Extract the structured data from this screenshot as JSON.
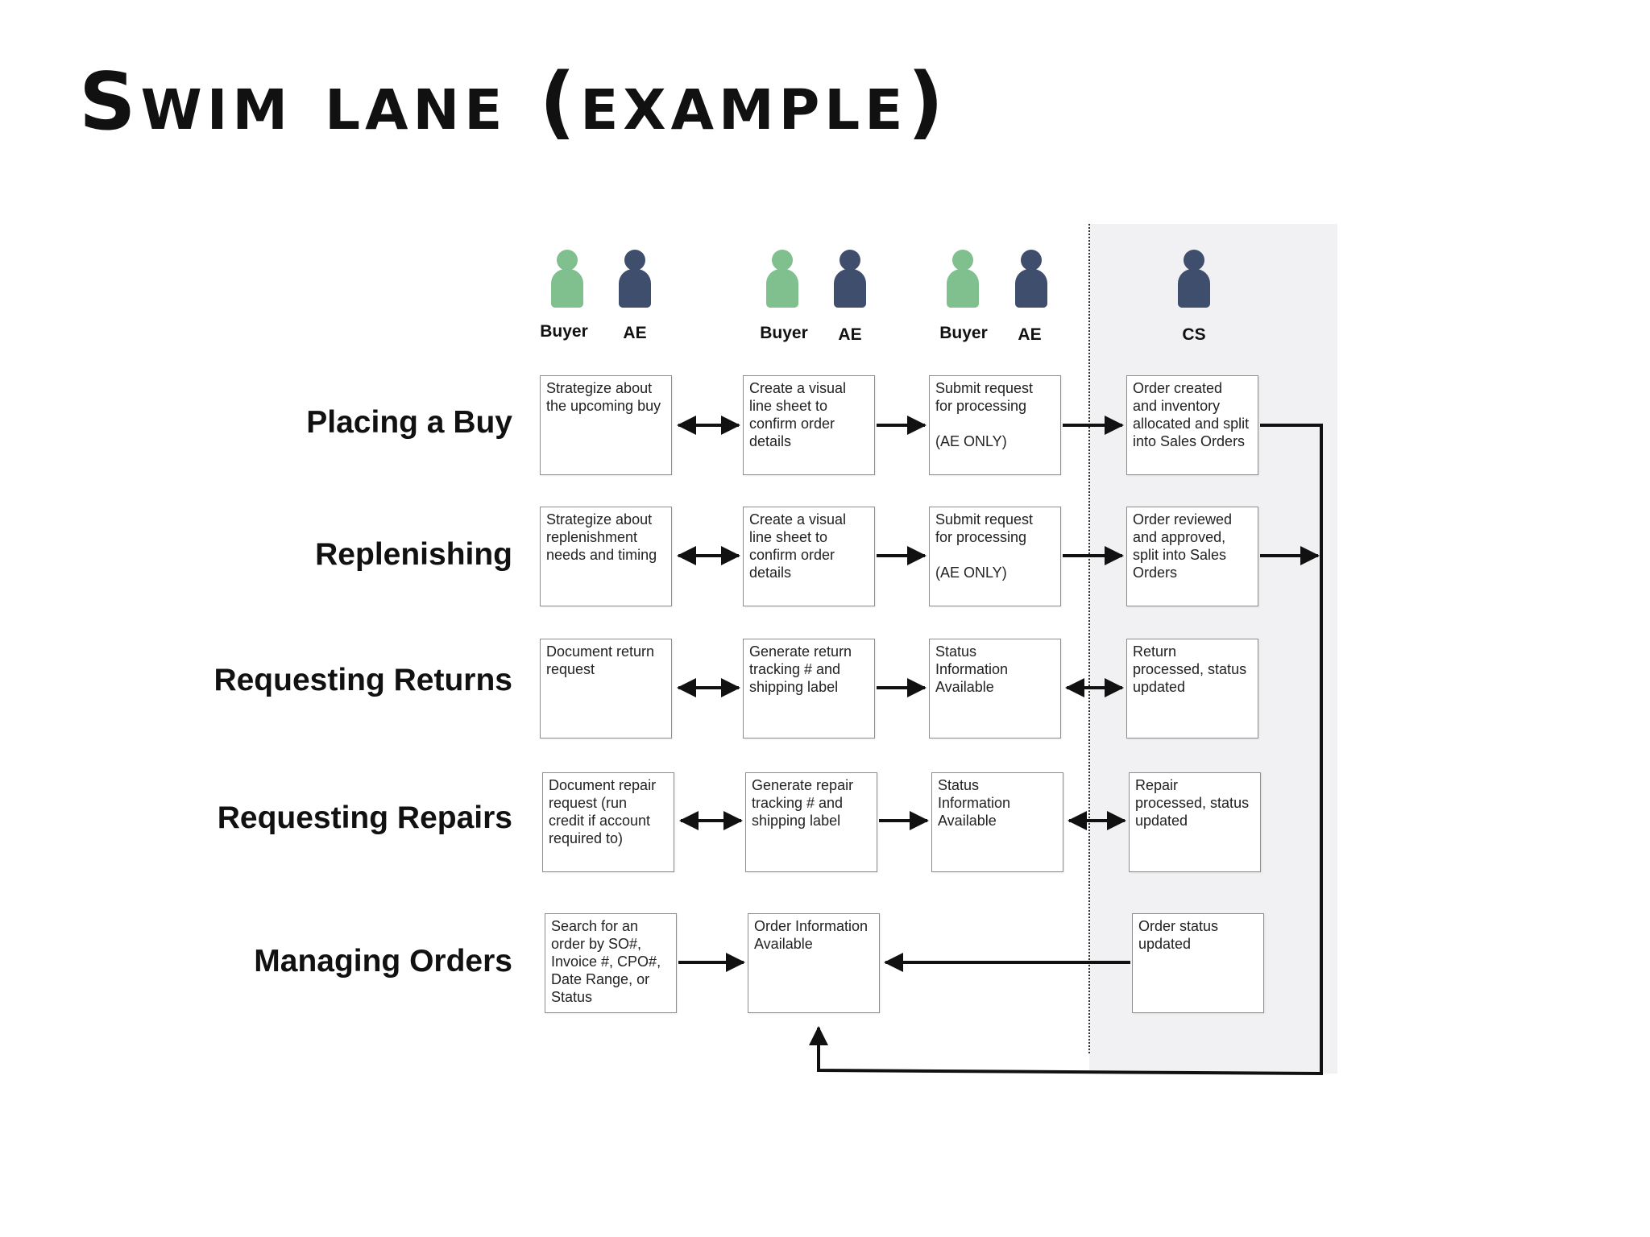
{
  "title": "Swim lane (example)",
  "roles": {
    "col1": {
      "buyer": "Buyer",
      "ae": "AE"
    },
    "col2": {
      "buyer": "Buyer",
      "ae": "AE"
    },
    "col3": {
      "buyer": "Buyer",
      "ae": "AE"
    },
    "col4": {
      "cs": "CS"
    }
  },
  "lanes": [
    {
      "label": "Placing a Buy",
      "steps": [
        "Strategize about\nthe upcoming buy",
        "Create a visual\nline sheet to\nconfirm order\ndetails",
        "Submit request\nfor processing\n\n(AE ONLY)",
        "Order created\nand inventory\nallocated and split\ninto Sales Orders"
      ]
    },
    {
      "label": "Replenishing",
      "steps": [
        "Strategize about\nreplenishment\nneeds and timing",
        "Create a visual\nline sheet to\nconfirm order\ndetails",
        "Submit request\nfor processing\n\n(AE ONLY)",
        "Order reviewed\nand approved,\nsplit into Sales\nOrders"
      ]
    },
    {
      "label": "Requesting Returns",
      "steps": [
        "Document return\nrequest",
        "Generate return\ntracking # and\nshipping label",
        "Status\nInformation\nAvailable",
        "Return\nprocessed, status\nupdated"
      ]
    },
    {
      "label": "Requesting Repairs",
      "steps": [
        "Document repair\nrequest (run\ncredit if account\nrequired to)",
        "Generate repair\ntracking # and\nshipping label",
        "Status\nInformation\nAvailable",
        "Repair\nprocessed, status\nupdated"
      ]
    },
    {
      "label": "Managing Orders",
      "steps": [
        "Search for an\norder by SO#,\nInvoice #, CPO#,\nDate Range, or\nStatus",
        "Order Information\nAvailable",
        "Order status\nupdated"
      ]
    }
  ],
  "colors": {
    "buyer": "#7fc08e",
    "ae": "#3f4e6c",
    "cs_lane_background": "#f1f0f3",
    "arrow": "#111111"
  }
}
